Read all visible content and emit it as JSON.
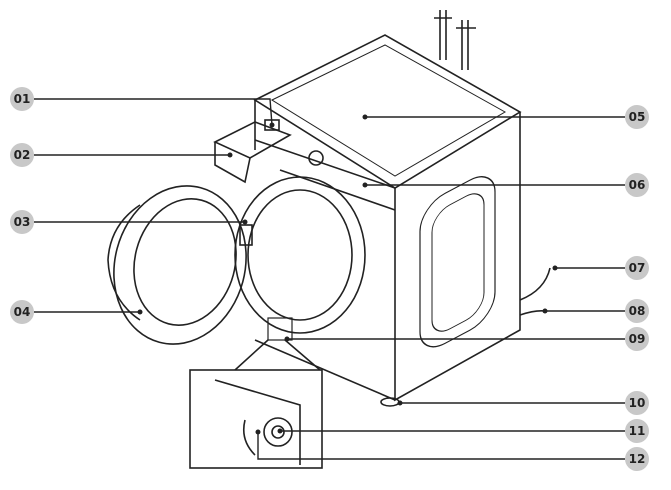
{
  "callouts": [
    {
      "label": "01",
      "part": "detergent-drawer"
    },
    {
      "label": "02",
      "part": "drawer-handle"
    },
    {
      "label": "03",
      "part": "door-latch"
    },
    {
      "label": "04",
      "part": "door"
    },
    {
      "label": "05",
      "part": "top-cover"
    },
    {
      "label": "06",
      "part": "control-panel"
    },
    {
      "label": "07",
      "part": "power-plug"
    },
    {
      "label": "08",
      "part": "drain-hose"
    },
    {
      "label": "09",
      "part": "filter-cover"
    },
    {
      "label": "10",
      "part": "leveling-foot"
    },
    {
      "label": "11",
      "part": "filter"
    },
    {
      "label": "12",
      "part": "emergency-drain-tube"
    }
  ],
  "colors": {
    "badge": "#c8c8c8",
    "line": "#222222"
  }
}
